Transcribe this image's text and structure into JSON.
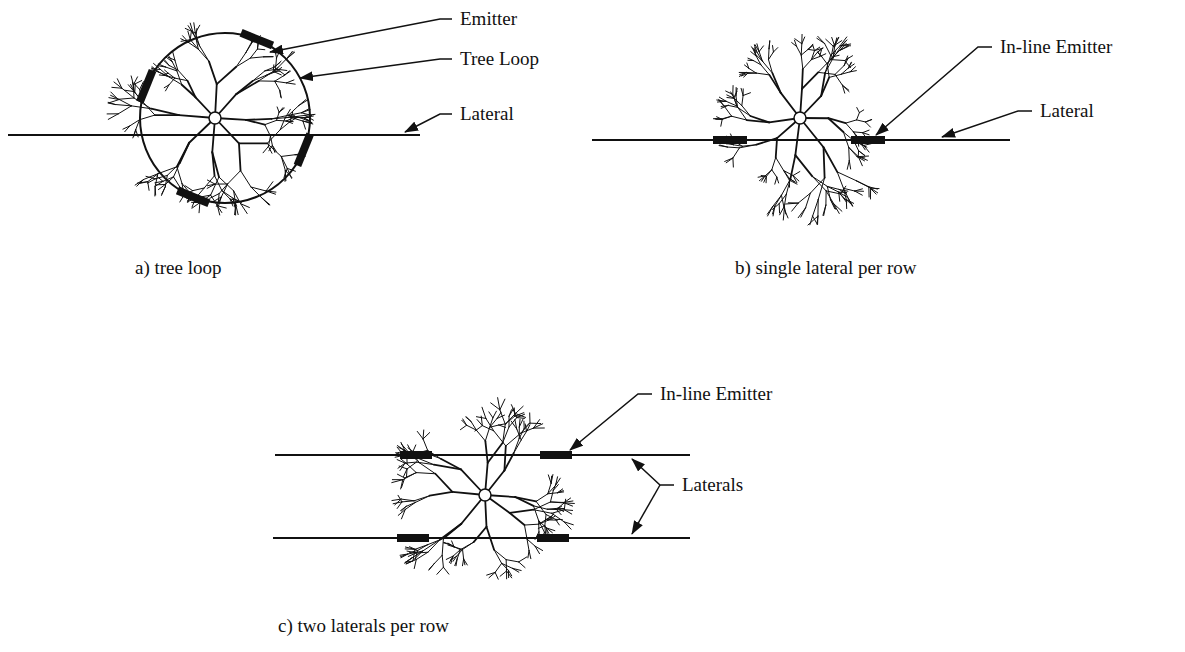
{
  "diagram": {
    "labels": [
      "Emitter",
      "Tree Loop",
      "Lateral",
      "In-line Emitter",
      "Lateral",
      "a) tree loop",
      "b) single lateral per row",
      "In-line Emitter",
      "Laterals",
      "c) two laterals per row"
    ]
  }
}
